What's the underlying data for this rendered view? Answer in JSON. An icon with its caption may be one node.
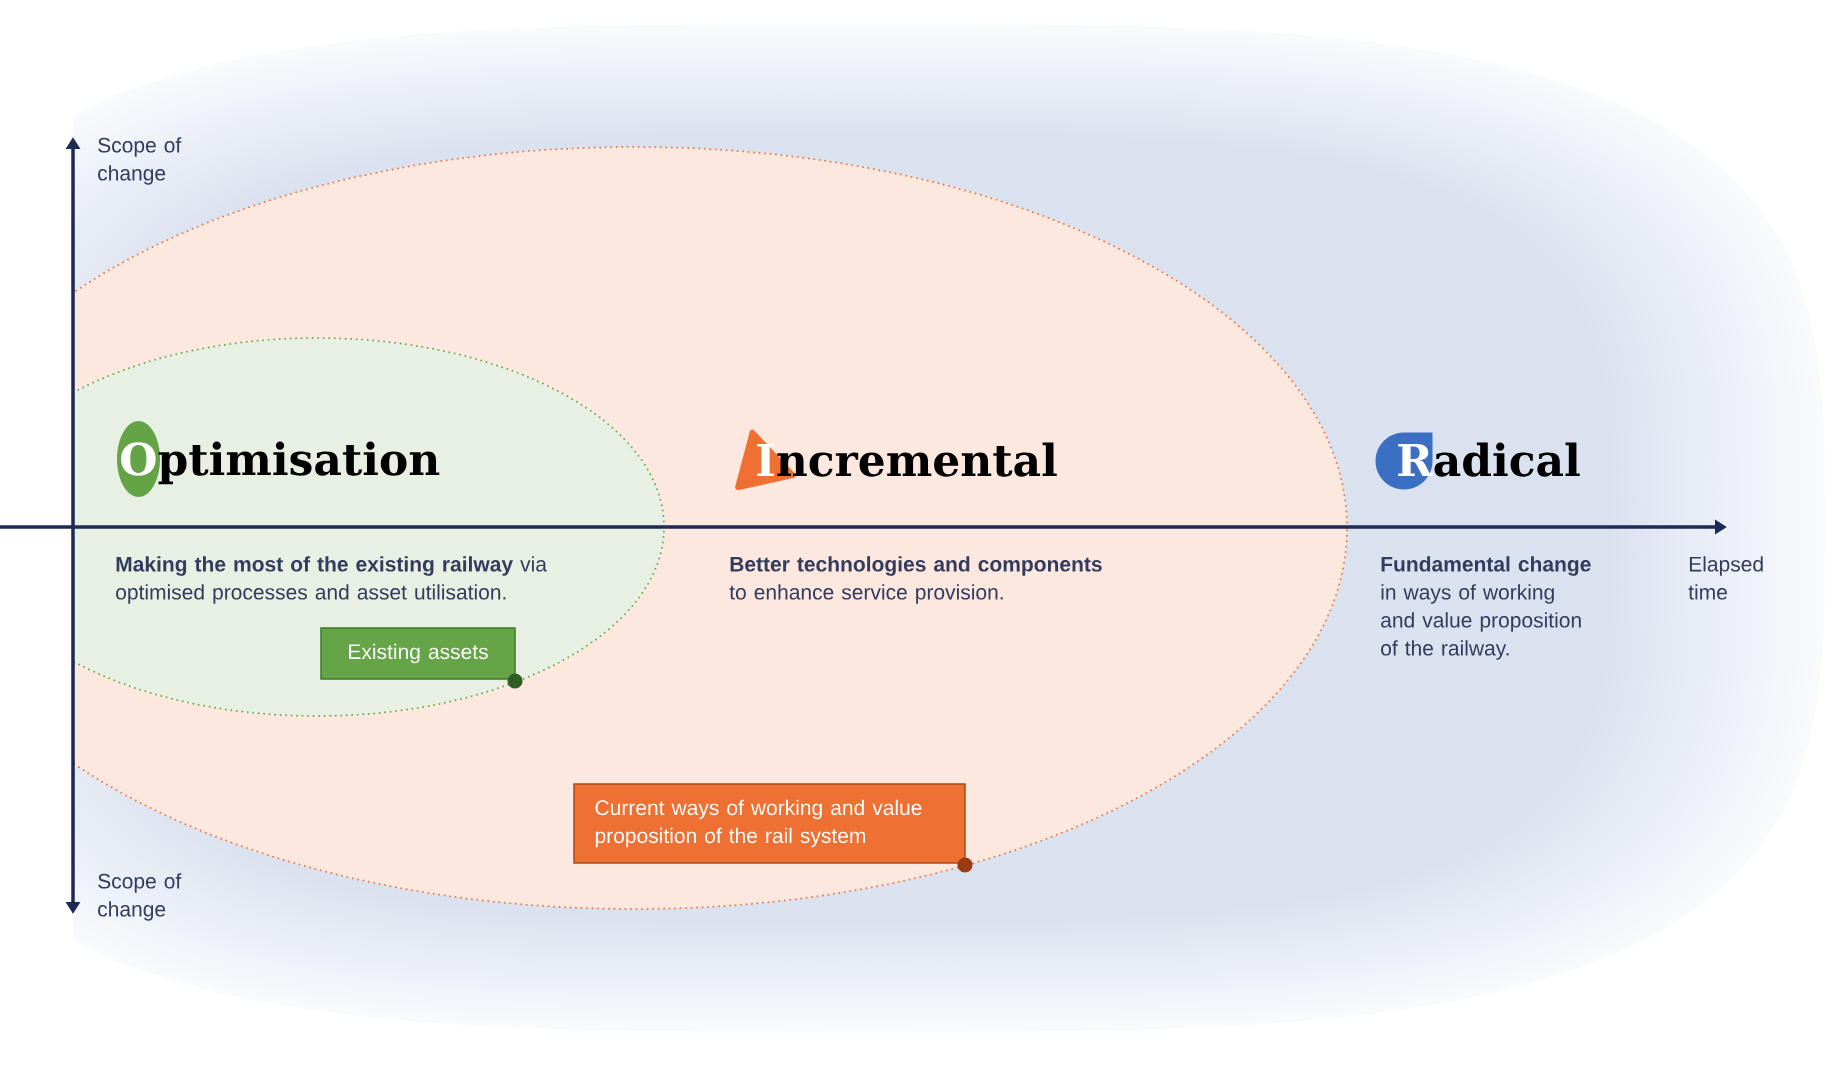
{
  "diagram": {
    "nodes": [
      {
        "text": [
          "Radical",
          "**Fundamental change** in ways of working and value proposition of the railway."
        ]
      },
      {
        "text": [
          "Incremental",
          "**Better technologies and components** to enhance service provision."
        ],
        "in": 0
      },
      {
        "text": [
          "Optimisation",
          "**Making the most of the existing railway** via optimised processes and asset utilisation."
        ],
        "in": 1
      },
      {
        "text": [
          "Existing assets"
        ],
        "in": 2
      },
      {
        "text": [
          "Current ways of working and value proposition of the rail system"
        ],
        "in": 1
      }
    ],
    "labels": [
      "Scope of change",
      "Elapsed time",
      "Scope of change"
    ]
  }
}
